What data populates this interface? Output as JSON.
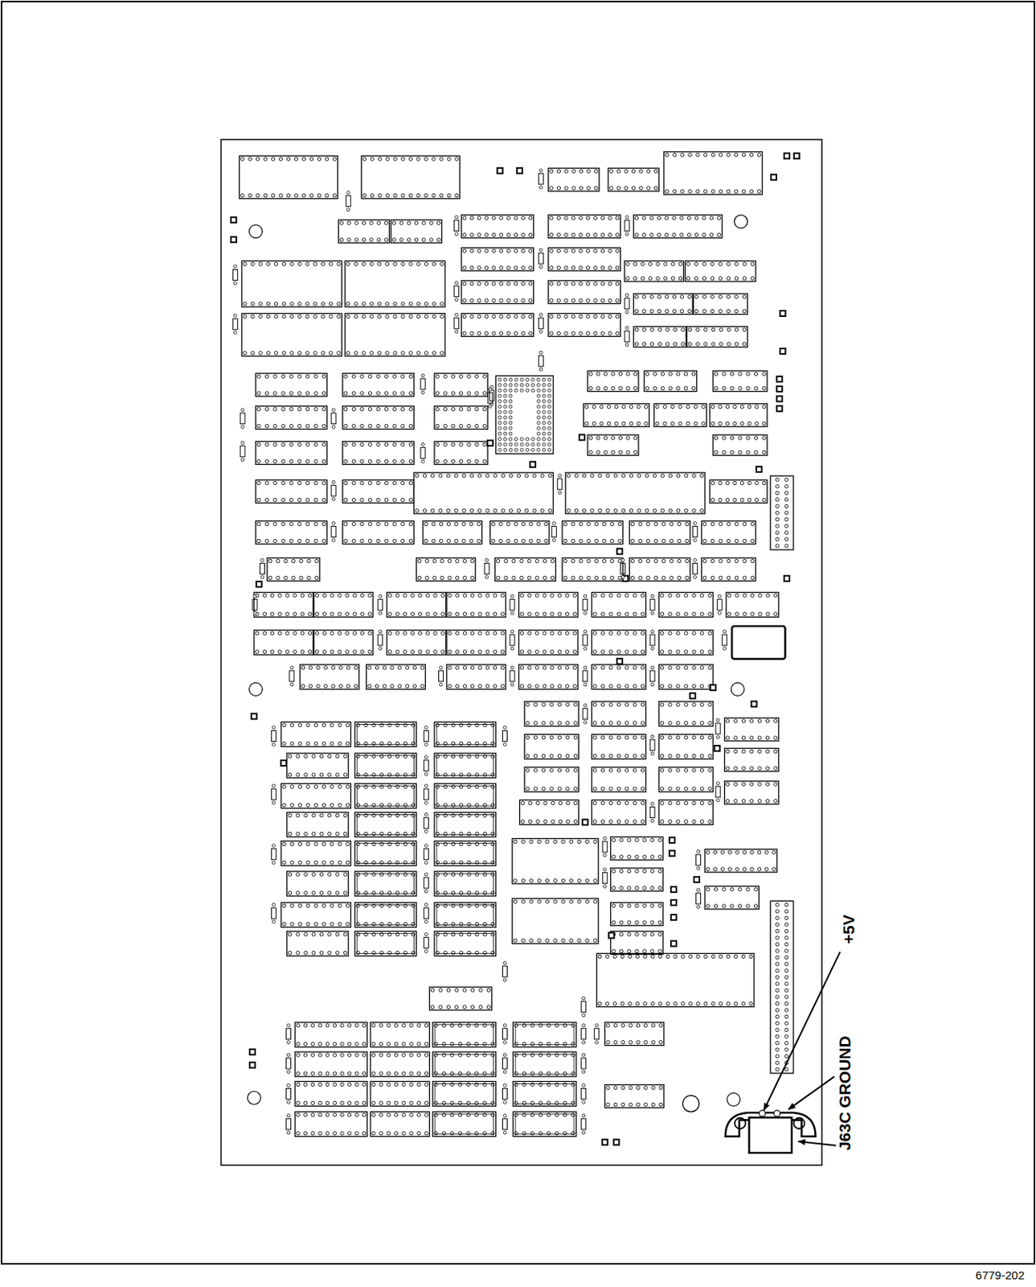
{
  "diagram": {
    "labels": [
      "+5V",
      "GROUND",
      "J63C",
      "6779-202"
    ]
  }
}
